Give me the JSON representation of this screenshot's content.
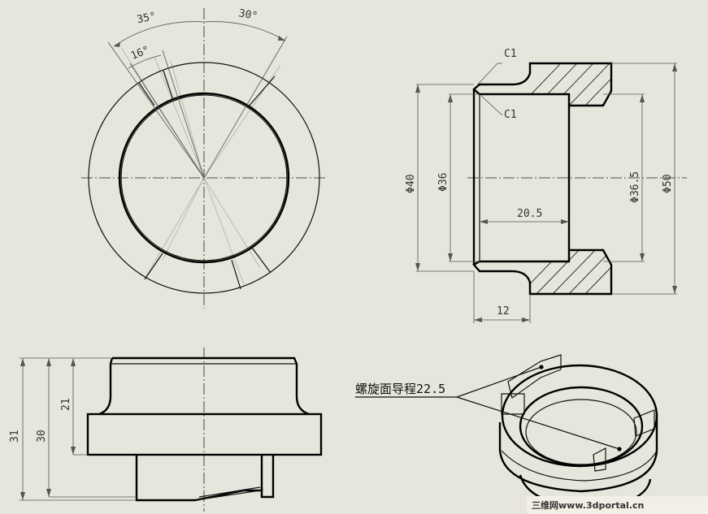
{
  "drawing": {
    "background": "#e6e6dc",
    "line_color": "#111111",
    "dimension_color": "#555555",
    "watermark_color": "#d8222a"
  },
  "top_view": {
    "angle_left": "35°",
    "angle_right": "30°",
    "angle_inner": "16°"
  },
  "section_view": {
    "chamfer_top": "C1",
    "chamfer_inner": "C1",
    "dia_40": "Φ40",
    "dia_36": "Φ36",
    "dia_36_5": "Φ36.5",
    "dia_50": "Φ50",
    "bore_depth": "20.5",
    "flange_width": "12"
  },
  "front_view": {
    "height_31": "31",
    "height_30": "30",
    "height_21": "21"
  },
  "iso_view": {
    "note": "螺旋面导程22.5"
  },
  "watermark": {
    "text": "三维网www.3dportal.cn"
  }
}
